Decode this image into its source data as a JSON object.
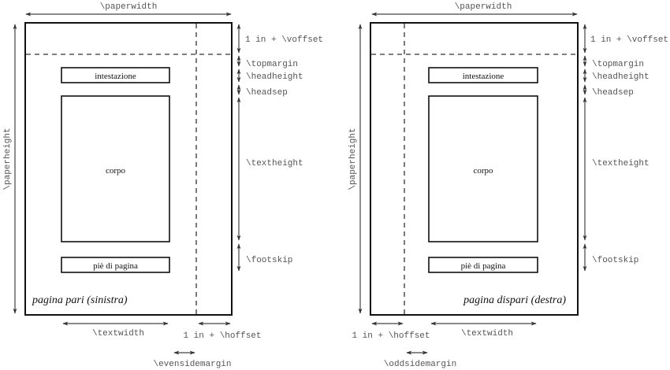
{
  "diagram": {
    "description": "LaTeX page layout parameters for even and odd pages",
    "pages": [
      {
        "id": "even",
        "caption": "pagina pari (sinistra)",
        "header_label": "intestazione",
        "body_label": "corpo",
        "footer_label": "piè di pagina",
        "dimensions": {
          "paperwidth": "\\paperwidth",
          "paperheight": "\\paperheight",
          "voffset": "1 in + \\voffset",
          "topmargin": "\\topmargin",
          "headheight": "\\headheight",
          "headsep": "\\headsep",
          "textheight": "\\textheight",
          "footskip": "\\footskip",
          "textwidth": "\\textwidth",
          "hoffset": "1 in + \\hoffset",
          "sidemargin": "\\evensidemargin"
        }
      },
      {
        "id": "odd",
        "caption": "pagina dispari (destra)",
        "header_label": "intestazione",
        "body_label": "corpo",
        "footer_label": "piè di pagina",
        "dimensions": {
          "paperwidth": "\\paperwidth",
          "paperheight": "\\paperheight",
          "voffset": "1 in + \\voffset",
          "topmargin": "\\topmargin",
          "headheight": "\\headheight",
          "headsep": "\\headsep",
          "textheight": "\\textheight",
          "footskip": "\\footskip",
          "textwidth": "\\textwidth",
          "hoffset": "1 in + \\hoffset",
          "sidemargin": "\\oddsidemargin"
        }
      }
    ]
  }
}
